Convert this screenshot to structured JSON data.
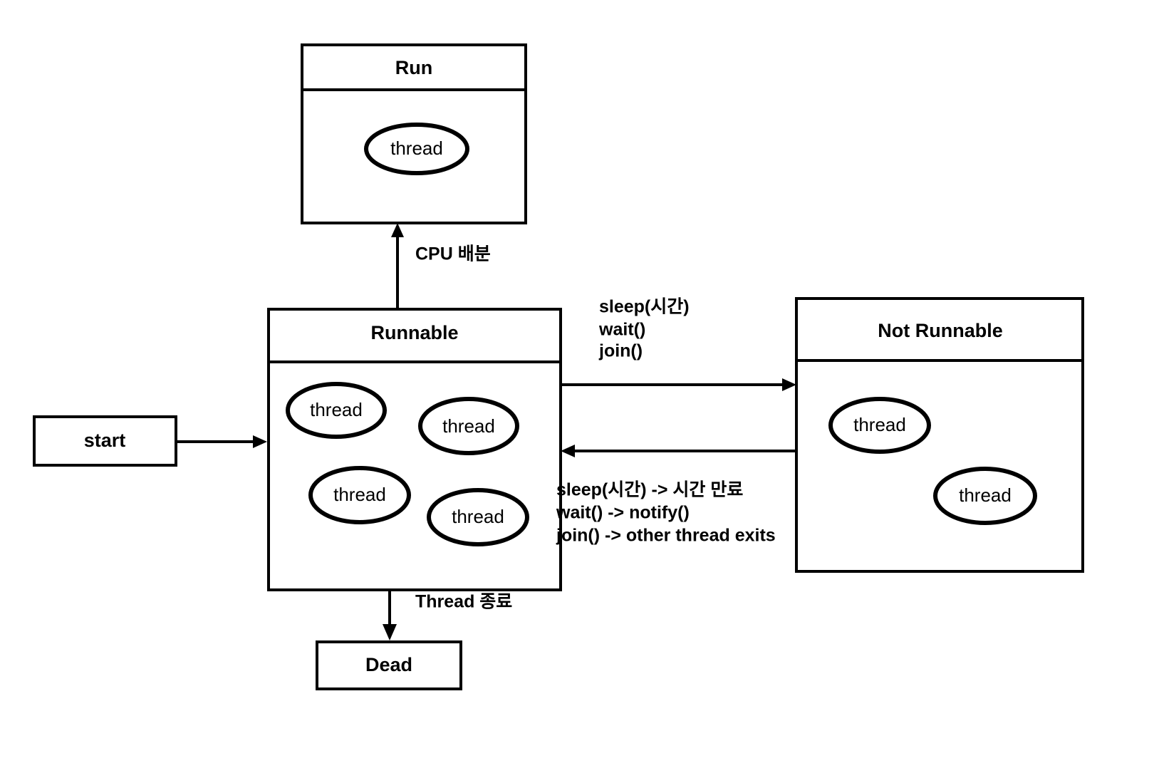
{
  "diagram": {
    "title": "Java Thread State Diagram",
    "background_color": "#ffffff",
    "stroke_color": "#000000",
    "states": [
      {
        "id": "run",
        "header": "Run",
        "threads": [
          {
            "label": "thread"
          }
        ]
      },
      {
        "id": "runnable",
        "header": "Runnable",
        "threads": [
          {
            "label": "thread"
          },
          {
            "label": "thread"
          },
          {
            "label": "thread"
          },
          {
            "label": "thread"
          }
        ]
      },
      {
        "id": "not-runnable",
        "header": "Not Runnable",
        "threads": [
          {
            "label": "thread"
          },
          {
            "label": "thread"
          }
        ]
      }
    ],
    "terminals": [
      {
        "id": "start",
        "label": "start"
      },
      {
        "id": "dead",
        "label": "Dead"
      }
    ],
    "edge_labels": {
      "cpu_dispatch": "CPU 배분",
      "thread_end": "Thread 종료",
      "to_not_runnable": [
        "sleep(시간)",
        "wait()",
        "join()"
      ],
      "to_runnable": [
        "sleep(시간) -> 시간 만료",
        "wait() -> notify()",
        "join() -> other thread exits"
      ]
    }
  }
}
